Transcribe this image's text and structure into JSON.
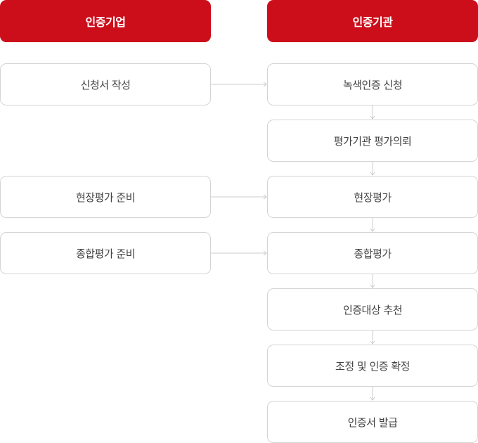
{
  "headers": {
    "company": "인증기업",
    "agency": "인증기관"
  },
  "company_steps": [
    "신청서 작성",
    "현장평가 준비",
    "종합평가 준비"
  ],
  "agency_steps": [
    "녹색인증 신청",
    "평가기관 평가의뢰",
    "현장평가",
    "종합평가",
    "인증대상 추천",
    "조정 및 인증 확정",
    "인증서 발급"
  ],
  "colors": {
    "header_bg": "#cc0e1b",
    "box_border": "#d4d4d4",
    "connector": "#cccccc",
    "text": "#444444"
  }
}
